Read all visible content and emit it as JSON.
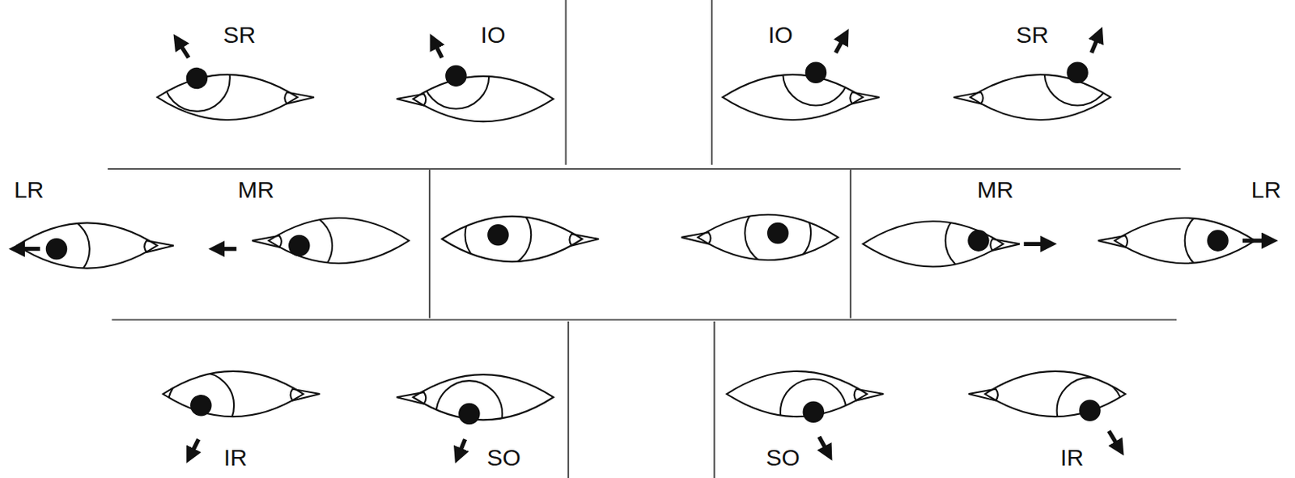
{
  "diagram": {
    "labels": [
      "SR",
      "IO",
      "IO",
      "SR",
      "LR",
      "MR",
      "MR",
      "LR",
      "IR",
      "SO",
      "SO",
      "IR"
    ]
  }
}
